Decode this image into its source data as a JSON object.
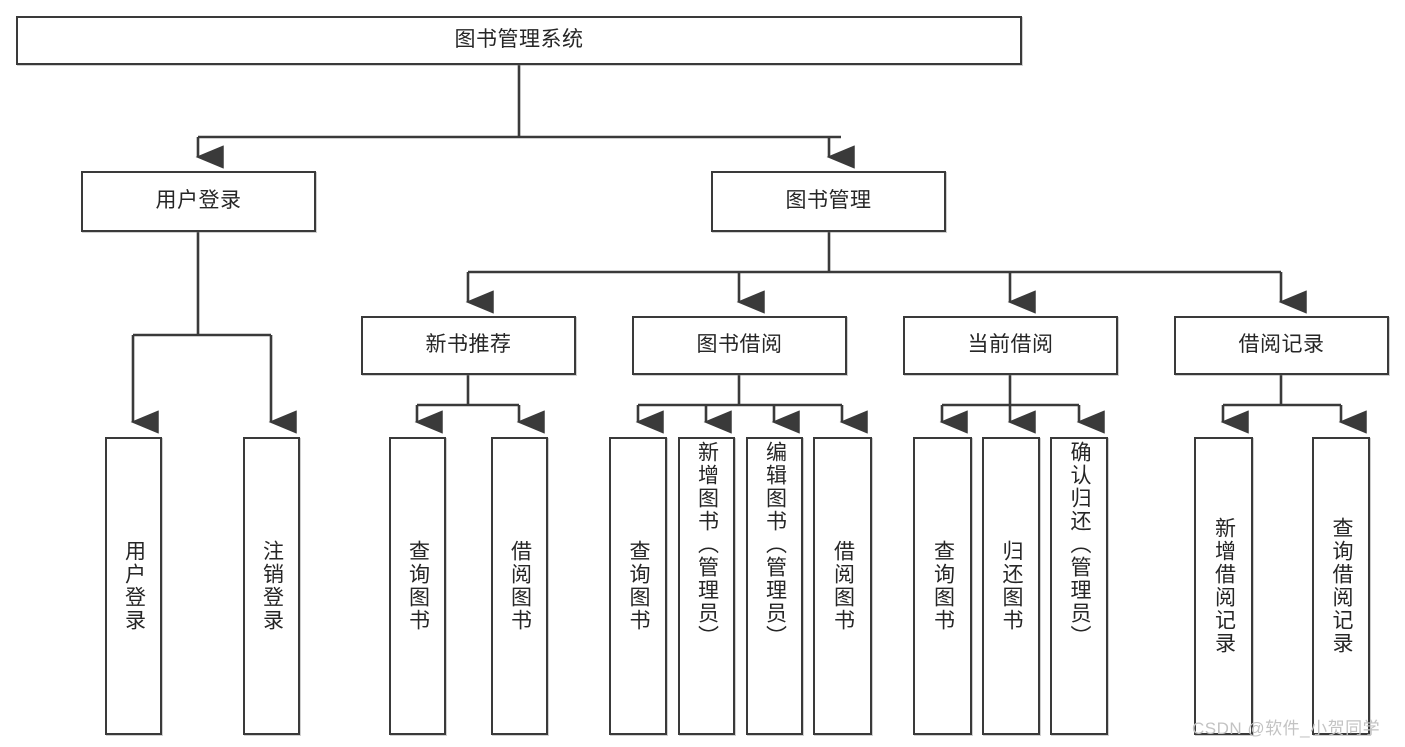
{
  "diagram": {
    "title": "图书管理系统",
    "type": "tree-hierarchy",
    "root": {
      "label": "图书管理系统"
    },
    "level1": [
      {
        "label": "用户登录"
      },
      {
        "label": "图书管理"
      }
    ],
    "level2": [
      {
        "label": "新书推荐"
      },
      {
        "label": "图书借阅"
      },
      {
        "label": "当前借阅"
      },
      {
        "label": "借阅记录"
      }
    ],
    "leaves": {
      "user_login": [
        {
          "label": "用户登录"
        },
        {
          "label": "注销登录"
        }
      ],
      "new_book_recommend": [
        {
          "label": "查询图书"
        },
        {
          "label": "借阅图书"
        }
      ],
      "book_borrow": [
        {
          "label": "查询图书"
        },
        {
          "label": "新增图书（管理员）"
        },
        {
          "label": "编辑图书（管理员）"
        },
        {
          "label": "借阅图书"
        }
      ],
      "current_borrow": [
        {
          "label": "查询图书"
        },
        {
          "label": "归还图书"
        },
        {
          "label": "确认归还（管理员）"
        }
      ],
      "borrow_record": [
        {
          "label": "新增借阅记录"
        },
        {
          "label": "查询借阅记录"
        }
      ]
    }
  },
  "watermark": {
    "text": "CSDN @软件_小贺同学"
  },
  "colors": {
    "stroke": "#3a3a3a",
    "background": "#ffffff",
    "text": "#262626",
    "watermark": "#c3c3c3"
  }
}
